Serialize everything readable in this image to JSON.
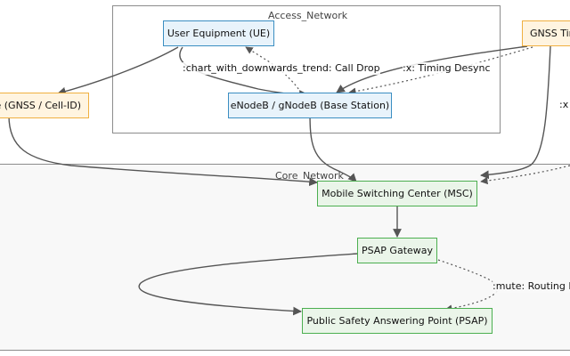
{
  "clusters": {
    "access": "Access_Network",
    "core": "Core_Network"
  },
  "nodes": {
    "ue": "User Equipment (UE)",
    "enodeb": "eNodeB / gNodeB (Base Station)",
    "gnss_cell": "ce (GNSS / Cell-ID)",
    "gnss_timing": "GNSS Tim",
    "msc": "Mobile Switching Center (MSC)",
    "psap_gateway": "PSAP Gateway",
    "psap": "Public Safety Answering Point (PSAP)"
  },
  "edge_labels": {
    "call_drop": ":chart_with_downwards_trend: Call Drop",
    "timing_desync": ":x: Timing Desync",
    "right_edge": ":x",
    "routing": ":mute: Routing F"
  },
  "colors": {
    "access_node_border": "#3b8ec2",
    "access_node_fill": "#e8f3fb",
    "external_node_border": "#f0b040",
    "external_node_fill": "#fff4e0",
    "core_node_border": "#4caf50",
    "core_node_fill": "#eaf5e9",
    "edge": "#555555"
  }
}
